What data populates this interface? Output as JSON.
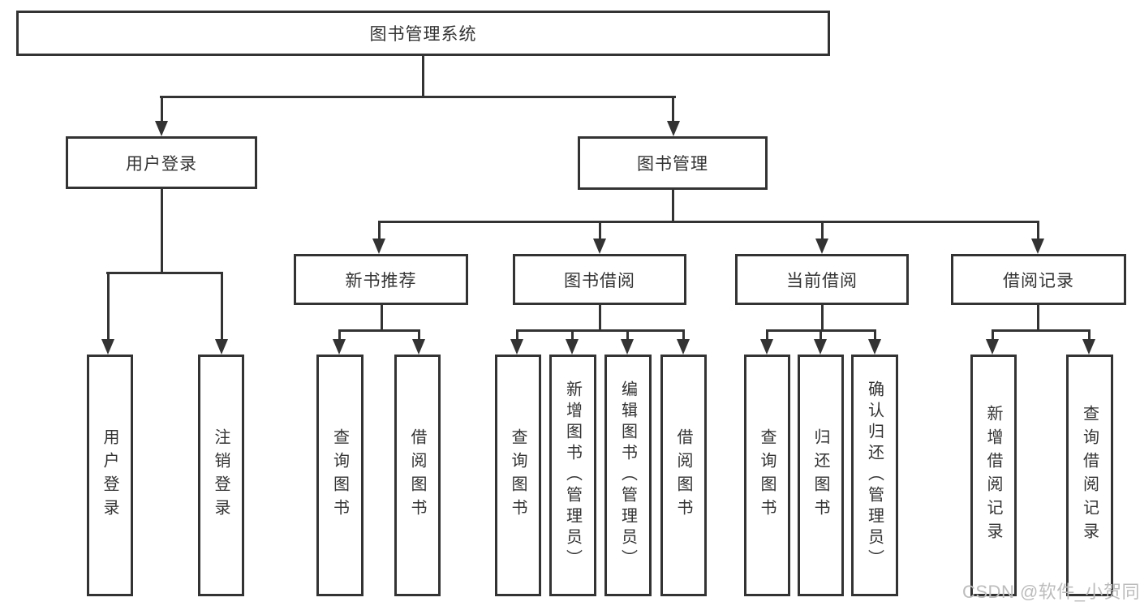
{
  "nodes": {
    "root": "图书管理系统",
    "l2_user_login": "用户登录",
    "l2_book_mgmt": "图书管理",
    "l3_new_book_rec": "新书推荐",
    "l3_book_borrow": "图书借阅",
    "l3_current_borrow": "当前借阅",
    "l3_borrow_records": "借阅记录",
    "leaf_login_user_login": "用户登录",
    "leaf_login_logout": "注销登录",
    "leaf_rec_query_books": "查询图书",
    "leaf_rec_borrow_books": "借阅图书",
    "leaf_borrow_query_books": "查询图书",
    "leaf_borrow_add_books": "新增图书（管理员）",
    "leaf_borrow_edit_books": "编辑图书（管理员）",
    "leaf_borrow_borrow_books": "借阅图书",
    "leaf_current_query_books": "查询图书",
    "leaf_current_return_books": "归还图书",
    "leaf_current_confirm_return": "确认归还（管理员）",
    "leaf_records_add_record": "新增借阅记录",
    "leaf_records_query_record": "查询借阅记录"
  },
  "structure": {
    "图书管理系统": [
      "用户登录",
      "图书管理"
    ],
    "用户登录": [
      "用户登录",
      "注销登录"
    ],
    "图书管理": [
      "新书推荐",
      "图书借阅",
      "当前借阅",
      "借阅记录"
    ],
    "新书推荐": [
      "查询图书",
      "借阅图书"
    ],
    "图书借阅": [
      "查询图书",
      "新增图书（管理员）",
      "编辑图书（管理员）",
      "借阅图书"
    ],
    "当前借阅": [
      "查询图书",
      "归还图书",
      "确认归还（管理员）"
    ],
    "借阅记录": [
      "新增借阅记录",
      "查询借阅记录"
    ]
  },
  "watermark": "CSDN @软件_小贺同学",
  "colors": {
    "line": "#333333",
    "text": "#333333",
    "watermark": "#bcbcbc",
    "background": "#ffffff"
  }
}
